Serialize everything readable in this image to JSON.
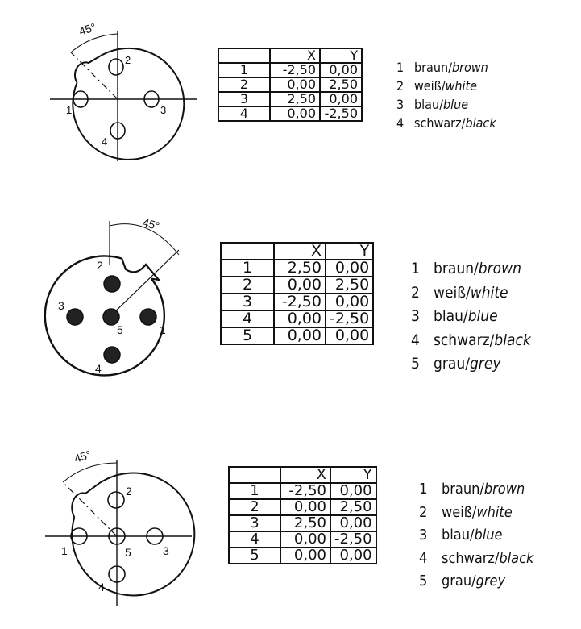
{
  "connectors": [
    {
      "angle_label": "45°",
      "pins": [
        {
          "label": "1",
          "filled": false
        },
        {
          "label": "2",
          "filled": false
        },
        {
          "label": "3",
          "filled": false
        },
        {
          "label": "4",
          "filled": false
        }
      ],
      "table": {
        "headers": [
          "",
          "X",
          "Y"
        ],
        "rows": [
          [
            "1",
            "-2,50",
            "0,00"
          ],
          [
            "2",
            "0,00",
            "2,50"
          ],
          [
            "3",
            "2,50",
            "0,00"
          ],
          [
            "4",
            "0,00",
            "-2,50"
          ]
        ]
      },
      "legend": [
        {
          "num": "1",
          "de": "braun/",
          "en": "brown"
        },
        {
          "num": "2",
          "de": "weiß/",
          "en": "white"
        },
        {
          "num": "3",
          "de": "blau/",
          "en": "blue"
        },
        {
          "num": "4",
          "de": "schwarz/",
          "en": "black"
        }
      ]
    },
    {
      "angle_label": "45°",
      "pins": [
        {
          "label": "1",
          "filled": true
        },
        {
          "label": "2",
          "filled": true
        },
        {
          "label": "3",
          "filled": true
        },
        {
          "label": "4",
          "filled": true
        },
        {
          "label": "5",
          "filled": true
        }
      ],
      "table": {
        "headers": [
          "",
          "X",
          "Y"
        ],
        "rows": [
          [
            "1",
            "2,50",
            "0,00"
          ],
          [
            "2",
            "0,00",
            "2,50"
          ],
          [
            "3",
            "-2,50",
            "0,00"
          ],
          [
            "4",
            "0,00",
            "-2,50"
          ],
          [
            "5",
            "0,00",
            "0,00"
          ]
        ]
      },
      "legend": [
        {
          "num": "1",
          "de": "braun/",
          "en": "brown"
        },
        {
          "num": "2",
          "de": "weiß/",
          "en": "white"
        },
        {
          "num": "3",
          "de": "blau/",
          "en": "blue"
        },
        {
          "num": "4",
          "de": "schwarz/",
          "en": "black"
        },
        {
          "num": "5",
          "de": "grau/",
          "en": "grey"
        }
      ]
    },
    {
      "angle_label": "45°",
      "pins": [
        {
          "label": "1",
          "filled": false
        },
        {
          "label": "2",
          "filled": false
        },
        {
          "label": "3",
          "filled": false
        },
        {
          "label": "4",
          "filled": false
        },
        {
          "label": "5",
          "filled": false
        }
      ],
      "table": {
        "headers": [
          "",
          "X",
          "Y"
        ],
        "rows": [
          [
            "1",
            "-2,50",
            "0,00"
          ],
          [
            "2",
            "0,00",
            "2,50"
          ],
          [
            "3",
            "2,50",
            "0,00"
          ],
          [
            "4",
            "0,00",
            "-2,50"
          ],
          [
            "5",
            "0,00",
            "0,00"
          ]
        ]
      },
      "legend": [
        {
          "num": "1",
          "de": "braun/",
          "en": "brown"
        },
        {
          "num": "2",
          "de": "weiß/",
          "en": "white"
        },
        {
          "num": "3",
          "de": "blau/",
          "en": "blue"
        },
        {
          "num": "4",
          "de": "schwarz/",
          "en": "black"
        },
        {
          "num": "5",
          "de": "grau/",
          "en": "grey"
        }
      ]
    }
  ]
}
